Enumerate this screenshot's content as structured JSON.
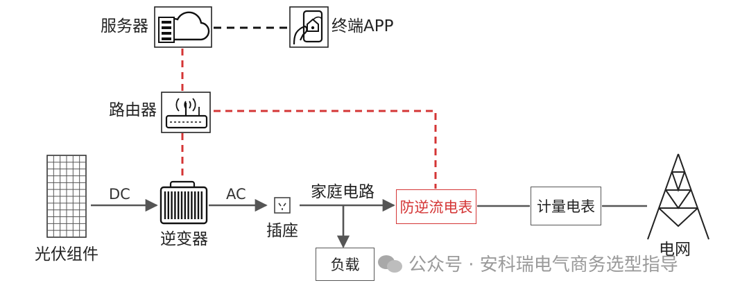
{
  "labels": {
    "server": "服务器",
    "app": "终端APP",
    "router": "路由器",
    "pv": "光伏组件",
    "dc": "DC",
    "inverter": "逆变器",
    "ac": "AC",
    "socket": "插座",
    "home_circuit": "家庭电路",
    "anti_reverse_meter": "防逆流电表",
    "metering_meter": "计量电表",
    "load": "负载",
    "grid": "电网"
  },
  "watermark": {
    "text": "公众号 · 安科瑞电气商务选型指导",
    "icon": "wechat-icon"
  },
  "colors": {
    "power_line": "#555555",
    "comm_line": "#d43535",
    "link_line": "#111111",
    "anti_reverse_box": "#d43535"
  }
}
